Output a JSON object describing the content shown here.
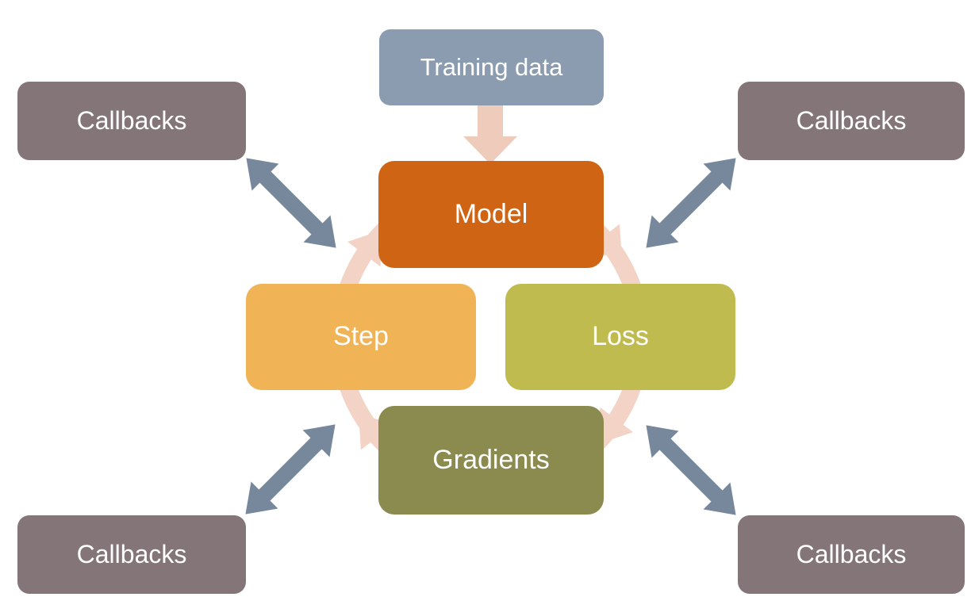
{
  "diagram": {
    "nodes": {
      "training_data": {
        "label": "Training data",
        "color": "#8C9CB0"
      },
      "model": {
        "label": "Model",
        "color": "#CF6414"
      },
      "step": {
        "label": "Step",
        "color": "#F0B356"
      },
      "loss": {
        "label": "Loss",
        "color": "#C0BB4E"
      },
      "gradients": {
        "label": "Gradients",
        "color": "#8B8A4F"
      }
    },
    "callbacks": {
      "top_left": {
        "label": "Callbacks",
        "color": "#847678"
      },
      "top_right": {
        "label": "Callbacks",
        "color": "#847678"
      },
      "bottom_left": {
        "label": "Callbacks",
        "color": "#847678"
      },
      "bottom_right": {
        "label": "Callbacks",
        "color": "#847678"
      }
    },
    "colors": {
      "background": "#FFFFFF",
      "text": "#FFFFFF",
      "cycle_ring": "#F2D3C5",
      "flow_arrow": "#EECBBB",
      "connector_arrow": "#77889D"
    }
  }
}
